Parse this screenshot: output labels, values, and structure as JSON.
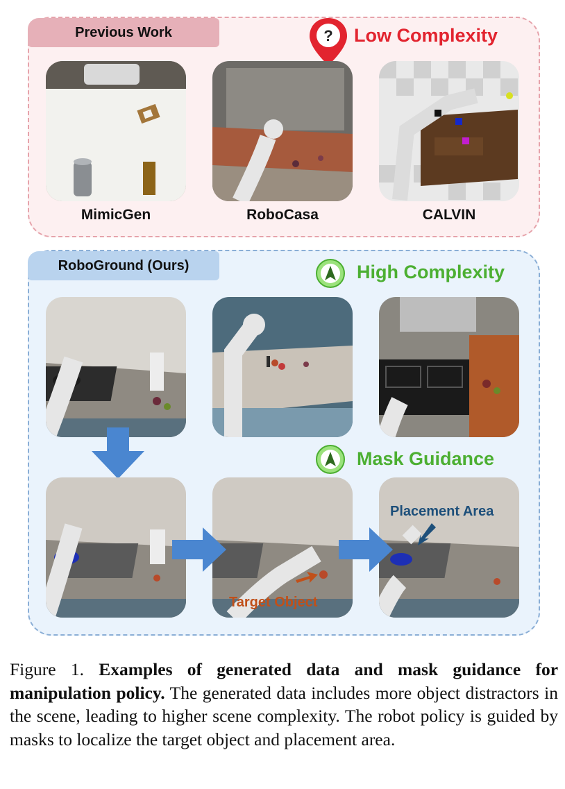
{
  "previous_panel": {
    "tag": "Previous Work",
    "heading": "Low Complexity",
    "icon": "map-pin-question-icon",
    "thumbnails": [
      "MimicGen",
      "RoboCasa",
      "CALVIN"
    ]
  },
  "ours_panel": {
    "tag": "RoboGround (Ours)",
    "heading_high": "High Complexity",
    "heading_mask": "Mask Guidance",
    "icon": "navigation-arrow-icon",
    "overlay_placement": "Placement Area",
    "overlay_target": "Target Object"
  },
  "caption": {
    "label": "Figure 1.",
    "bold": "Examples of generated data and mask guidance for manipulation policy.",
    "text": "The generated data includes more object distractors in the scene, leading to higher scene complexity. The robot policy is guided by masks to localize the target object and placement area."
  },
  "colors": {
    "low_complexity": "#e2242f",
    "high_complexity": "#4caf32",
    "placement_label": "#1d4f7a",
    "target_label": "#c0501a",
    "arrow_blue": "#4a86d0"
  }
}
